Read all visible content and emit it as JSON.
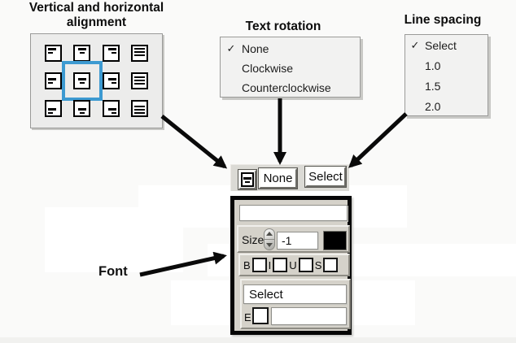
{
  "page": {
    "alignment_section_title": "Vertical and horizontal alignment",
    "rotation_section_title": "Text rotation",
    "spacing_section_title": "Line spacing",
    "font_callout_label": "Font"
  },
  "icons": {
    "check_glyph": "✓",
    "alignment_button_icon": "align-middle-center",
    "spinner_icons": [
      "spinner-up",
      "spinner-down"
    ]
  },
  "alignment_grid": {
    "vertical_options": [
      "top",
      "middle",
      "bottom"
    ],
    "horizontal_options": [
      "left",
      "center",
      "right",
      "justify"
    ],
    "selected": {
      "vertical": "middle",
      "horizontal": "center"
    },
    "highlight_color": "#3d9ad1"
  },
  "rotation_menu": {
    "items": [
      {
        "label": "None",
        "checked": true
      },
      {
        "label": "Clockwise",
        "checked": false
      },
      {
        "label": "Counterclockwise",
        "checked": false
      }
    ]
  },
  "spacing_menu": {
    "items": [
      {
        "label": "Select",
        "checked": true
      },
      {
        "label": "1.0",
        "checked": false
      },
      {
        "label": "1.5",
        "checked": false
      },
      {
        "label": "2.0",
        "checked": false
      }
    ]
  },
  "toolbar": {
    "rotation_value": "None",
    "spacing_value": "Select"
  },
  "font_panel": {
    "text_value": "",
    "size_label": "Size",
    "size_value": "-1",
    "color_value": "#000000",
    "bold_label": "B",
    "italic_label": "I",
    "underline_label": "U",
    "strikeout_label": "S",
    "font_name_value": "Select",
    "enable_label": "E",
    "enable_value": ""
  }
}
